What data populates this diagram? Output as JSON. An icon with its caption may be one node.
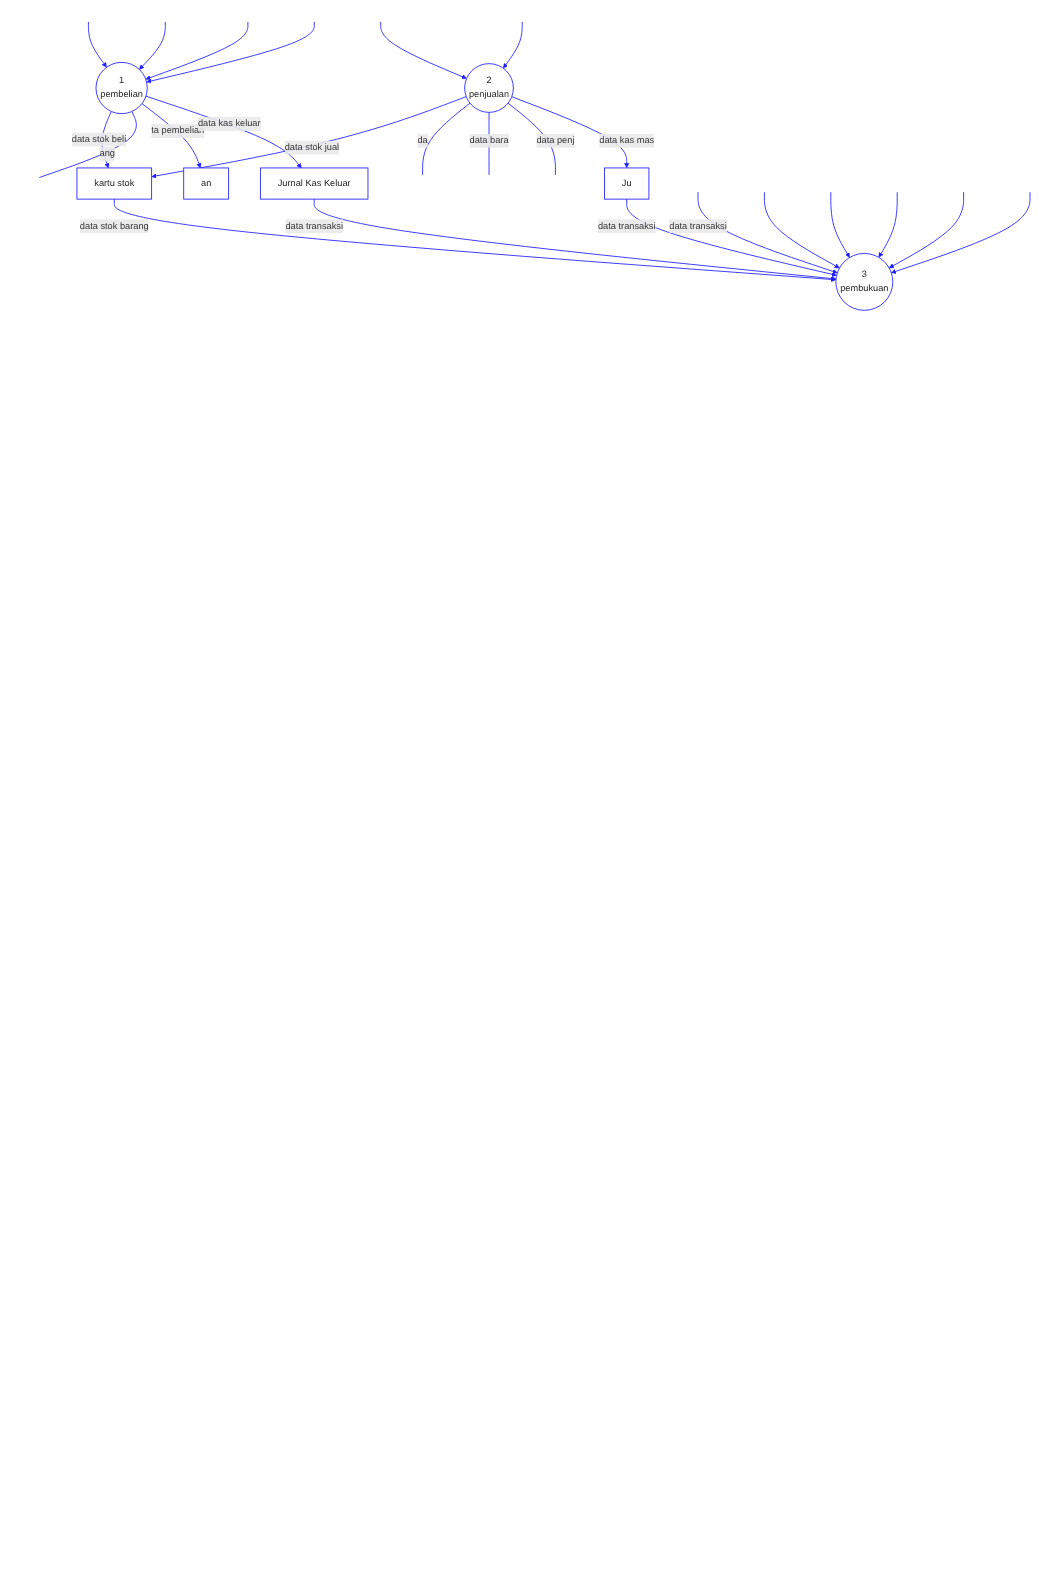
{
  "diagram": {
    "nodes": [
      {
        "text": [
          "1",
          "pembelian"
        ]
      },
      {
        "text": [
          "2",
          "penjualan"
        ]
      },
      {
        "text": [
          "kartu stok"
        ]
      },
      {
        "text": [
          "an"
        ]
      },
      {
        "text": [
          "Jurnal Kas Keluar"
        ]
      },
      {
        "text": [
          "Ju"
        ]
      },
      {
        "text": [
          "3",
          "pembukuan"
        ]
      }
    ],
    "edges": [
      {
        "from": null,
        "to": 0,
        "arrow": "to"
      },
      {
        "from": null,
        "to": 0,
        "arrow": "to"
      },
      {
        "from": null,
        "to": 0,
        "arrow": "to"
      },
      {
        "from": null,
        "to": 0,
        "arrow": "to"
      },
      {
        "from": null,
        "to": 1,
        "arrow": "to"
      },
      {
        "from": null,
        "to": 1,
        "arrow": "to"
      },
      {
        "from": 0,
        "to": 2,
        "label": "data stok beli",
        "arrow": "to"
      },
      {
        "from": 1,
        "to": 2,
        "label": "data stok jual",
        "arrow": "to"
      },
      {
        "from": 0,
        "to": null,
        "label": "ang",
        "arrow": "none"
      },
      {
        "from": 0,
        "to": 3,
        "label": "ta pembelian",
        "arrow": "to"
      },
      {
        "from": 0,
        "to": 4,
        "label": "data kas keluar",
        "arrow": "to"
      },
      {
        "from": 1,
        "to": null,
        "label": "da",
        "arrow": "none"
      },
      {
        "from": 1,
        "to": null,
        "label": "data bara",
        "arrow": "none"
      },
      {
        "from": 1,
        "to": null,
        "label": "data penj",
        "arrow": "none"
      },
      {
        "from": 1,
        "to": 5,
        "label": "data kas mas",
        "arrow": "to"
      },
      {
        "from": 2,
        "to": 6,
        "label": "data stok barang",
        "arrow": "to"
      },
      {
        "from": 4,
        "to": 6,
        "label": "data transaksi",
        "arrow": "to"
      },
      {
        "from": 5,
        "to": 6,
        "label": "data transaksi",
        "arrow": "to"
      },
      {
        "from": null,
        "to": 6,
        "label": "data transaksi",
        "arrow": "to"
      },
      {
        "from": null,
        "to": 6,
        "arrow": "to"
      },
      {
        "from": null,
        "to": 6,
        "arrow": "to"
      },
      {
        "from": null,
        "to": 6,
        "arrow": "to"
      },
      {
        "from": null,
        "to": 6,
        "arrow": "to"
      },
      {
        "from": null,
        "to": 6,
        "arrow": "to"
      }
    ]
  }
}
